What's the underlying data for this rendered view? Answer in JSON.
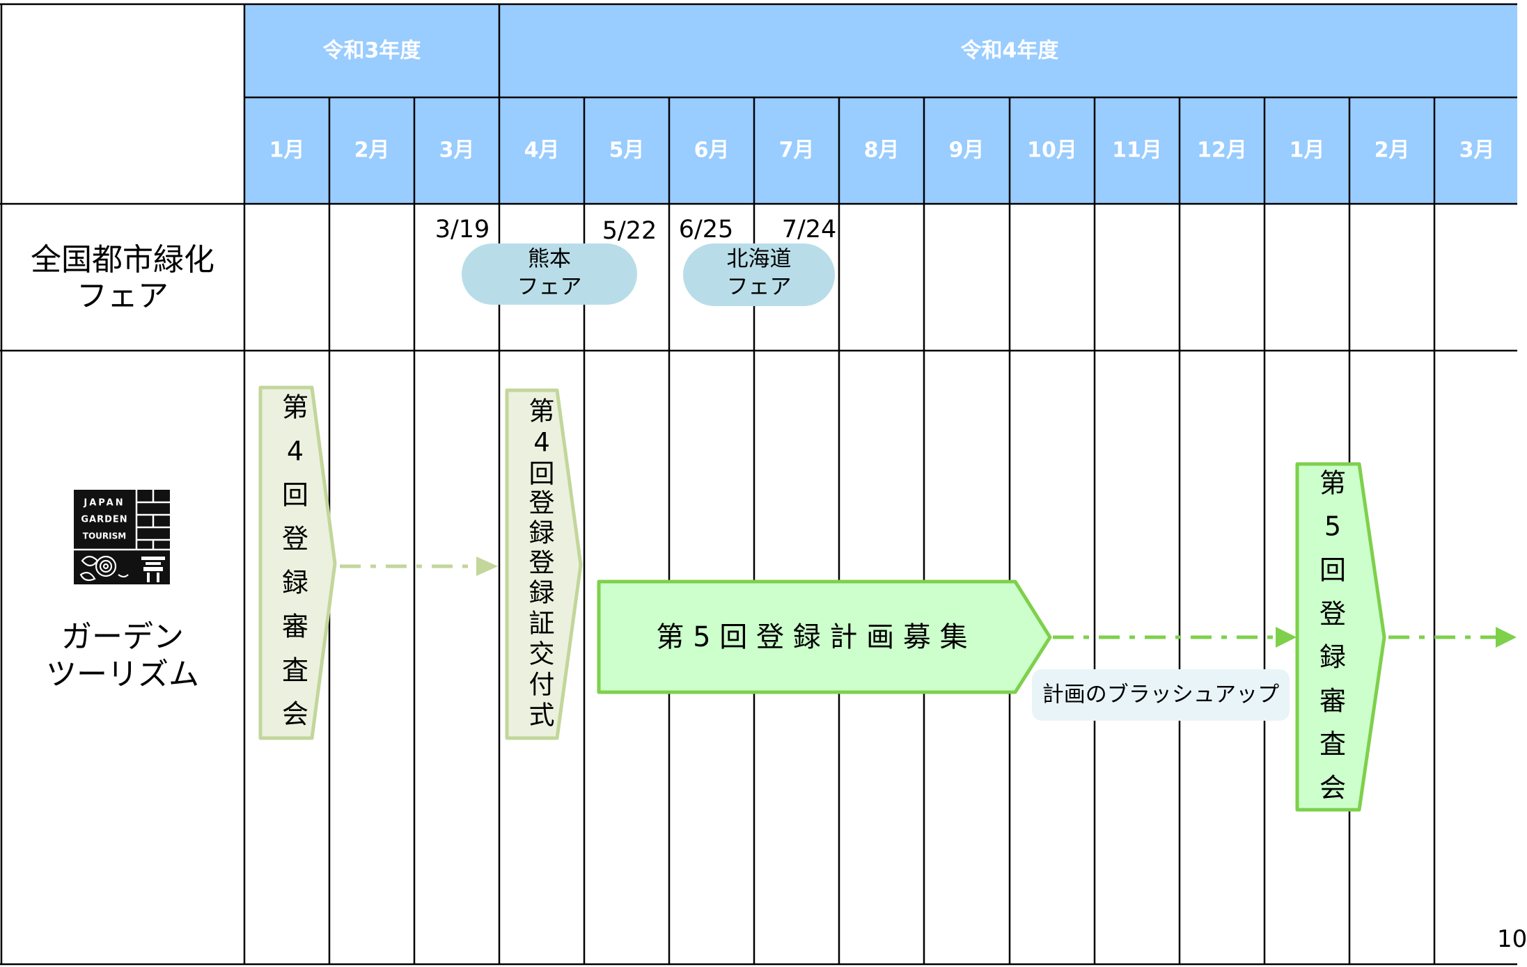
{
  "header": {
    "fiscal_year_r3": "令和3年度",
    "fiscal_year_r4": "令和4年度",
    "months": [
      "1月",
      "2月",
      "3月",
      "4月",
      "5月",
      "6月",
      "7月",
      "8月",
      "9月",
      "10月",
      "11月",
      "12月",
      "1月",
      "2月",
      "3月"
    ]
  },
  "rows": {
    "greening_fair": {
      "label_line1": "全国都市緑化",
      "label_line2": "フェア",
      "dates": [
        "3/19",
        "5/22",
        "6/25",
        "7/24"
      ],
      "kumamoto_line1": "熊本",
      "kumamoto_line2": "フェア",
      "hokkaido_line1": "北海道",
      "hokkaido_line2": "フェア"
    },
    "garden_tourism": {
      "logo_text": [
        "JAPAN",
        "GARDEN",
        "TOURISM"
      ],
      "label_line1": "ガーデン",
      "label_line2": "ツーリズム",
      "review4_chars": [
        "第",
        "4",
        "回",
        "登",
        "録",
        "審",
        "査",
        "会"
      ],
      "ceremony_chars": [
        "第",
        "4",
        "回",
        "登",
        "録",
        "登",
        "録",
        "証",
        "交",
        "付",
        "式"
      ],
      "recruitment": "第 5 回 登 録 計 画 募 集",
      "brushup": "計画のブラッシュアップ",
      "review5_chars": [
        "第",
        "5",
        "回",
        "登",
        "録",
        "審",
        "査",
        "会"
      ]
    }
  },
  "page_number": "10",
  "colors": {
    "header_bg": "#99ccff",
    "fair_pill": "#b8dde8",
    "light_green_fill": "#ebf1de",
    "light_green_stroke": "#c3d69b",
    "bright_green_fill": "#ccffcc",
    "bright_green_stroke": "#7ed04b",
    "brushup_bg": "#e9f4f9"
  }
}
